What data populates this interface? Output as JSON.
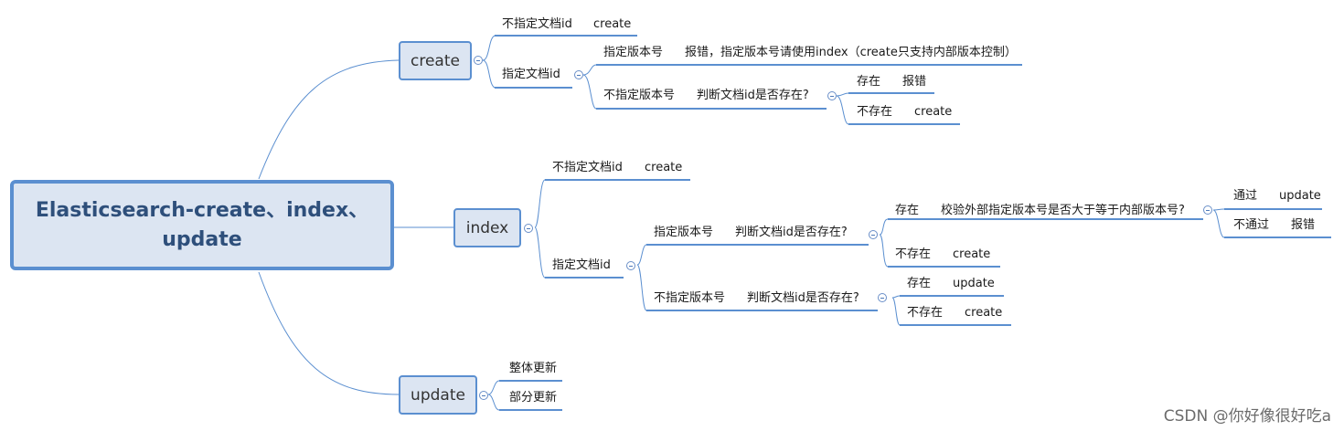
{
  "root": {
    "title": "Elasticsearch-create、index、update"
  },
  "branches": {
    "create": {
      "label": "create",
      "no_id": {
        "label": "不指定文档id",
        "action": "create"
      },
      "with_id": {
        "label": "指定文档id",
        "with_version": {
          "label": "指定版本号",
          "result": "报错，指定版本号请使用index（create只支持内部版本控制）"
        },
        "without_version": {
          "label": "不指定版本号",
          "question": "判断文档id是否存在?",
          "exists": {
            "label": "存在",
            "action": "报错"
          },
          "not_exists": {
            "label": "不存在",
            "action": "create"
          }
        }
      }
    },
    "index": {
      "label": "index",
      "no_id": {
        "label": "不指定文档id",
        "action": "create"
      },
      "with_id": {
        "label": "指定文档id",
        "with_version": {
          "label": "指定版本号",
          "question": "判断文档id是否存在?",
          "exists": {
            "label": "存在",
            "check": "校验外部指定版本号是否大于等于内部版本号?",
            "pass": {
              "label": "通过",
              "action": "update"
            },
            "fail": {
              "label": "不通过",
              "action": "报错"
            }
          },
          "not_exists": {
            "label": "不存在",
            "action": "create"
          }
        },
        "without_version": {
          "label": "不指定版本号",
          "question": "判断文档id是否存在?",
          "exists": {
            "label": "存在",
            "action": "update"
          },
          "not_exists": {
            "label": "不存在",
            "action": "create"
          }
        }
      }
    },
    "update": {
      "label": "update",
      "full": "整体更新",
      "partial": "部分更新"
    }
  },
  "watermark": "CSDN @你好像很好吃a",
  "colors": {
    "line": "#5b8fd0",
    "node_fill": "#dce5f2",
    "root_text": "#2e4f7b"
  }
}
